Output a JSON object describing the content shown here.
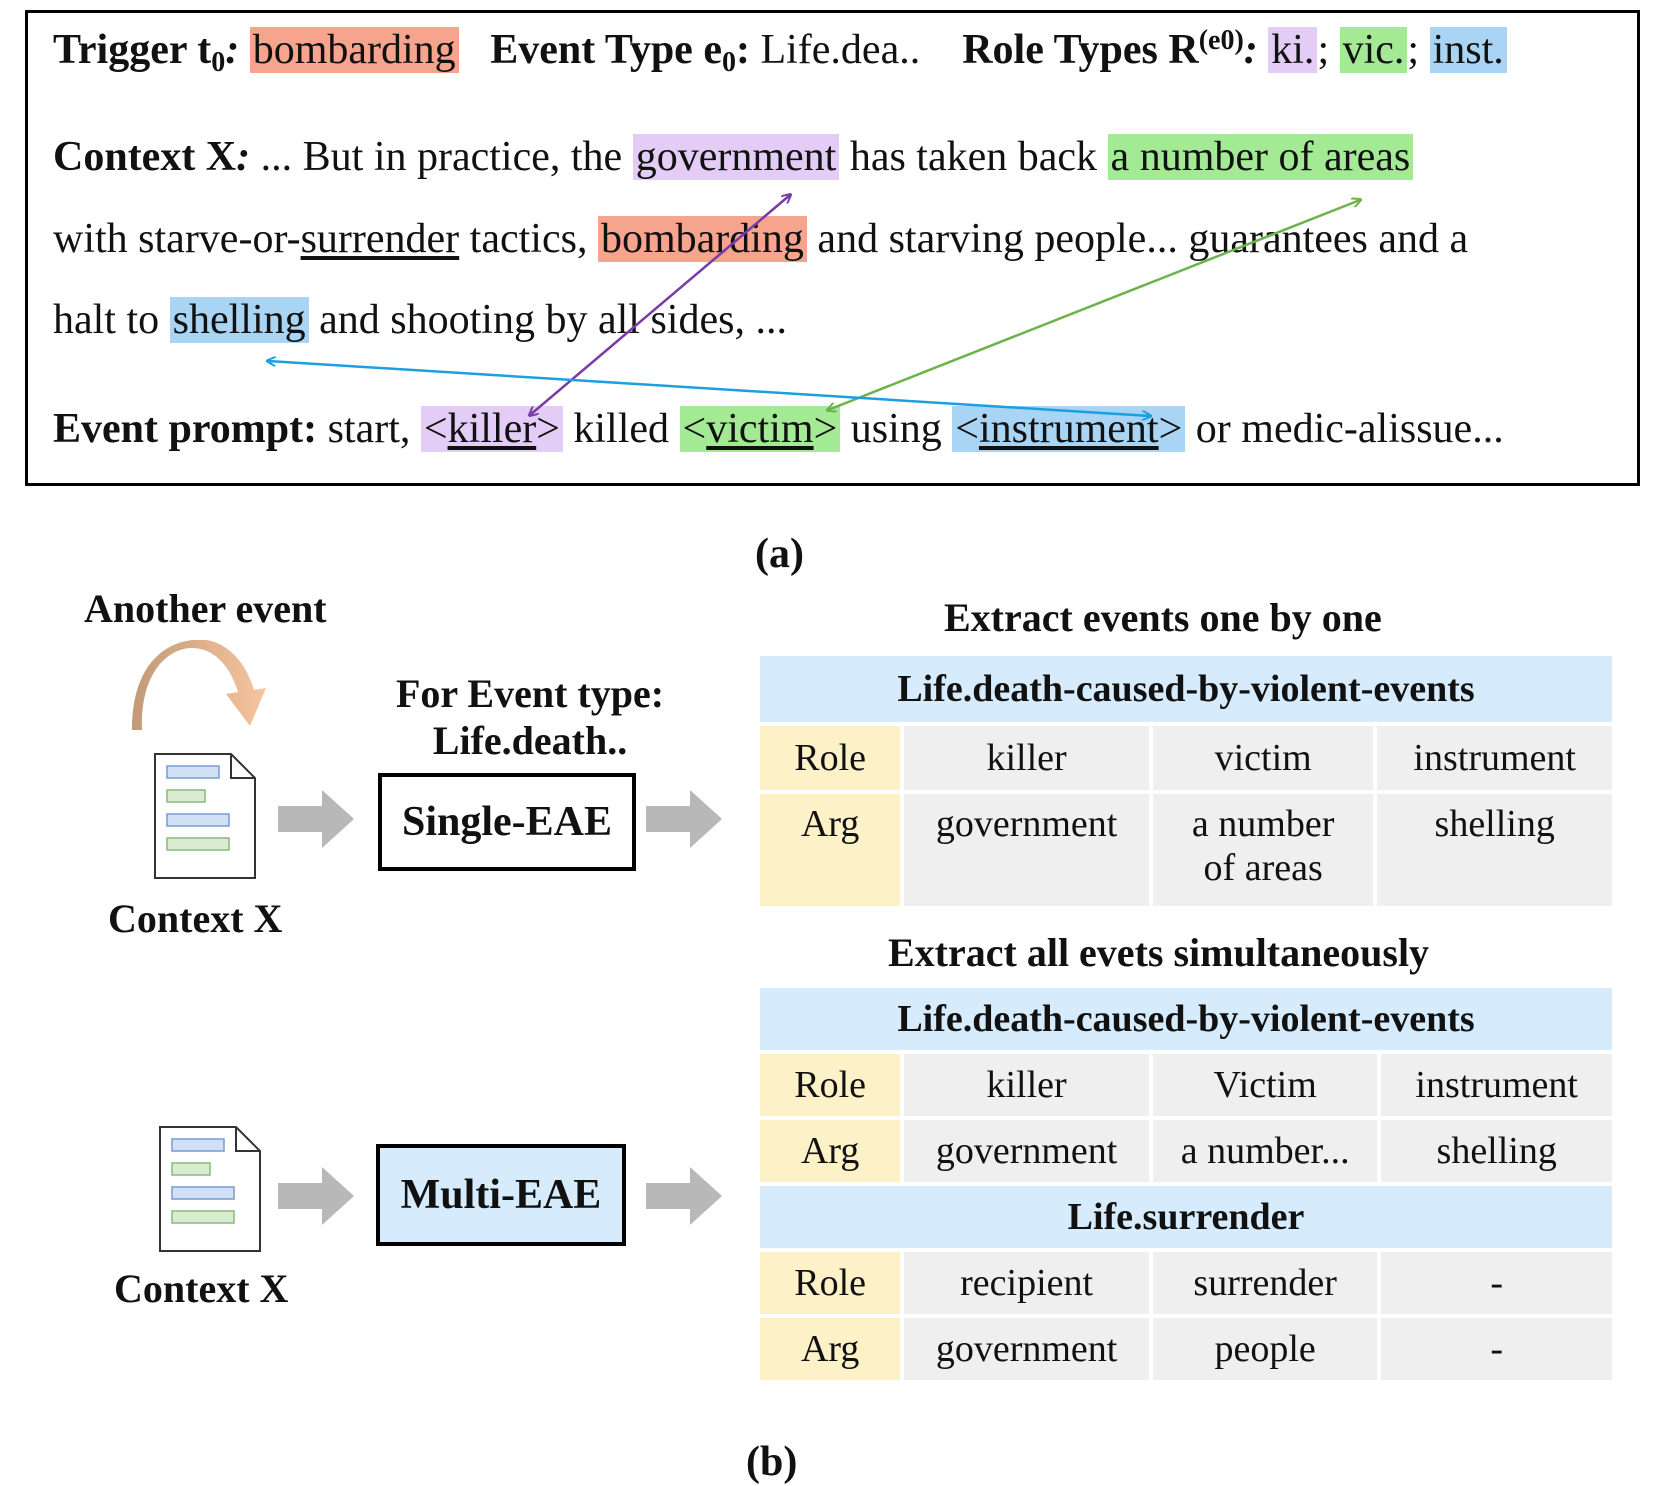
{
  "panel_a": {
    "trigger_label": "Trigger t",
    "trigger_sub": "0",
    "trigger_value": "bombarding",
    "event_type_label": "Event Type e",
    "event_type_sub": "0",
    "event_type_value": "Life.dea..",
    "role_types_label": "Role Types R",
    "role_types_sup": "(e0)",
    "role_ki": "ki.",
    "role_vic": "vic.",
    "role_inst": "inst.",
    "sep": ";",
    "context_label": "Context X",
    "context_l1_a": "... But in practice, the",
    "context_l1_gov": "government",
    "context_l1_b": "has taken back",
    "context_l1_areas": "a number of areas",
    "context_l2_a": "with starve-or-",
    "context_l2_surrender": "surrender",
    "context_l2_b": "tactics,",
    "context_l2_bomb": "bombarding",
    "context_l2_c": "and starving people... guarantees and a",
    "context_l3_a": "halt to",
    "context_l3_shelling": "shelling",
    "context_l3_b": "and shooting by all sides, ...",
    "prompt_label": "Event prompt:",
    "prompt_a": "start,",
    "prompt_killer": "killer",
    "prompt_b": "killed",
    "prompt_victim": "victim",
    "prompt_c": "using",
    "prompt_instrument": "instrument",
    "prompt_d": "or medic-alissue...",
    "lt": "<",
    "gt": ">",
    "caption": "(a)"
  },
  "panel_b": {
    "another_event": "Another event",
    "for_event_type_l1": "For Event type:",
    "for_event_type_l2": "Life.death..",
    "single_eae": "Single-EAE",
    "multi_eae": "Multi-EAE",
    "context_x_1": "Context X",
    "context_x_2": "Context X",
    "heading_one_by_one": "Extract events one by one",
    "heading_simultaneous": "Extract all evets simultaneously",
    "caption": "(b)",
    "table1": {
      "event": "Life.death-caused-by-violent-events",
      "role_label": "Role",
      "arg_label": "Arg",
      "roles": [
        "killer",
        "victim",
        "instrument"
      ],
      "args": [
        "government",
        "a number of areas",
        "shelling"
      ],
      "args_line1": [
        "government",
        "a number",
        "shelling"
      ],
      "args_line2": [
        "",
        "of areas",
        ""
      ]
    },
    "table2": {
      "event1": "Life.death-caused-by-violent-events",
      "role_label": "Role",
      "arg_label": "Arg",
      "roles1": [
        "killer",
        "Victim",
        "instrument"
      ],
      "args1": [
        "government",
        "a number...",
        "shelling"
      ],
      "event2": "Life.surrender",
      "roles2": [
        "recipient",
        "surrender",
        "-"
      ],
      "args2": [
        "government",
        "people",
        "-"
      ]
    }
  },
  "colors": {
    "trigger": "#f7a48e",
    "killer": "#e3cdf6",
    "victim": "#a4ea95",
    "instrument": "#a9d4f3",
    "event_header": "#d6ebfb",
    "role_cell": "#fdf1c8",
    "value_cell": "#efefef",
    "arrow_killer": "#7a3aa8",
    "arrow_victim": "#6cb34a",
    "arrow_instrument": "#1aa0e0",
    "grey_arrow": "#b8b8b8",
    "multi_eae_fill": "#d6ebfb"
  },
  "icons": [
    "document-icon",
    "curved-arrow-icon",
    "right-arrow-icon"
  ]
}
